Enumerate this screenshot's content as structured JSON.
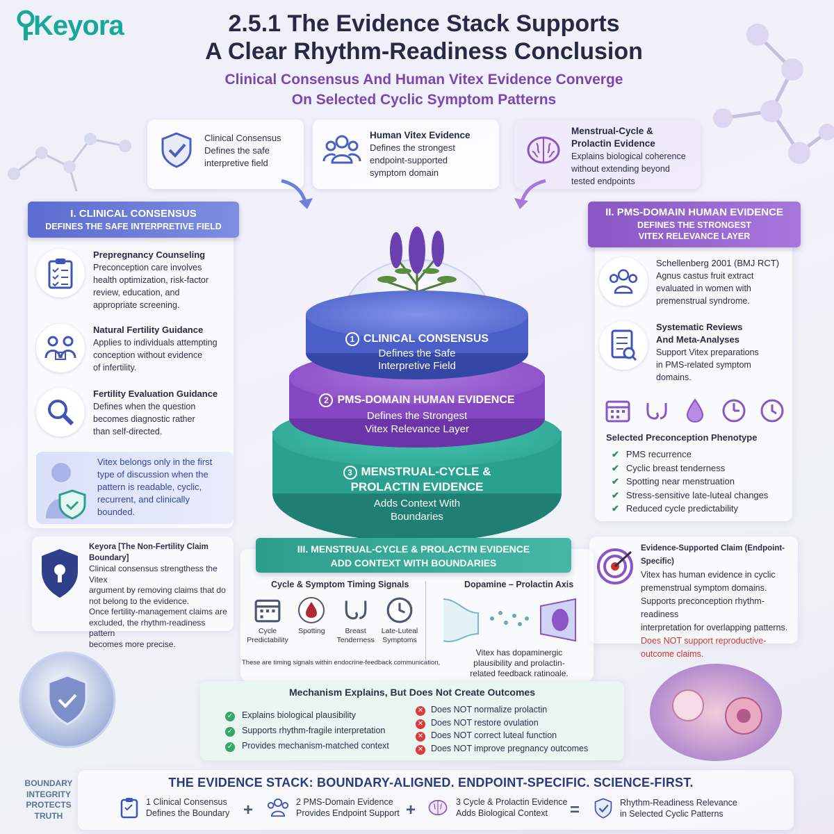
{
  "brand": {
    "logo": "Keyora"
  },
  "title": {
    "line1": "2.5.1 The Evidence Stack Supports",
    "line2": "A Clear Rhythm-Readiness Conclusion"
  },
  "subtitle": {
    "line1": "Clinical Consensus And Human Vitex Evidence Converge",
    "line2": "On Selected Cyclic Symptom Patterns"
  },
  "top_cards": [
    {
      "title": "Clinical Consensus",
      "desc1": "Defines the safe",
      "desc2": "interpretive field",
      "icon": "shield-check-icon"
    },
    {
      "title": "Human Vitex Evidence",
      "desc1": "Defines the strongest",
      "desc2": "endpoint-supported",
      "desc3": "symptom domain",
      "icon": "people-group-icon"
    },
    {
      "title": "Menstrual-Cycle &",
      "title2": "Prolactin Evidence",
      "desc1": "Explains biological coherence",
      "desc2": "without extending beyond",
      "desc3": "tested endpoints",
      "icon": "brain-icon"
    }
  ],
  "left_panel": {
    "header1": "I. CLINICAL CONSENSUS",
    "header2": "DEFINES THE SAFE INTERPRETIVE FIELD",
    "items": [
      {
        "title": "Prepregnancy Counseling",
        "desc": [
          "Preconception care involves",
          "health optimization, risk-factor",
          "review, education, and",
          "appropriate screening."
        ],
        "icon": "clipboard-checklist-icon"
      },
      {
        "title": "Natural Fertility Guidance",
        "desc": [
          "Applies to individuals attempting",
          "conception without evidence",
          "of infertility."
        ],
        "icon": "counseling-icon"
      },
      {
        "title": "Fertility Evaluation Guidance",
        "desc": [
          "Defines when the question",
          "becomes diagnostic rather",
          "than self-directed."
        ],
        "icon": "magnifier-icon"
      }
    ],
    "note": [
      "Vitex belongs only in the first",
      "type of discussion when the",
      "pattern is readable, cyclic,",
      "recurrent, and clinically",
      "bounded."
    ]
  },
  "boundary_box": {
    "title": "Keyora [The Non-Fertility Claim Boundary]",
    "desc": [
      "Clinical consensus strengthess the Vitex",
      "argument by removing claims that do",
      "not belong to the evidence.",
      "Once fertility-management claims are",
      "excluded, the rhythm-readiness pattern",
      "becomes more precise."
    ]
  },
  "stack": {
    "tier1": {
      "num": "1",
      "label": "CLINICAL CONSENSUS",
      "desc1": "Defines the Safe",
      "desc2": "Interpretive Field"
    },
    "tier2": {
      "num": "2",
      "label": "PMS-DOMAIN HUMAN EVIDENCE",
      "desc1": "Defines the Strongest",
      "desc2": "Vitex Relevance Layer"
    },
    "tier3": {
      "num": "3",
      "label1": "MENSTRUAL-CYCLE &",
      "label2": "PROLACTIN EVIDENCE",
      "desc1": "Adds Context With",
      "desc2": "Boundaries"
    }
  },
  "right_panel": {
    "header1": "II. PMS-DOMAIN HUMAN EVIDENCE",
    "header2": "DEFINES THE STRONGEST",
    "header3": "VITEX RELEVANCE LAYER",
    "items": [
      {
        "title": "Schellenberg 2001 (BMJ RCT)",
        "desc": [
          "Agnus castus fruit extract",
          "evaluated in women with",
          "premenstrual syndrome."
        ],
        "icon": "people-group-icon"
      },
      {
        "title": "Systematic Reviews",
        "title2": "And Meta-Analyses",
        "desc": [
          "Support Vitex preparations",
          "in PMS-related symptom",
          "domains."
        ],
        "icon": "document-search-icon"
      }
    ],
    "phenotype_title": "Selected Preconception Phenotype",
    "phenotype": [
      "PMS recurrence",
      "Cyclic breast tenderness",
      "Spotting near menstruation",
      "Stress-sensitive late-luteal changes",
      "Reduced cycle predictability"
    ]
  },
  "claim_box": {
    "title": "Evidence-Supported Claim (Endpoint-Specific)",
    "desc": [
      "Vitex has human evidence in cyclic",
      "premenstrual symptom domains.",
      "Supports preconception rhythm-readiness",
      "interpretation for overlapping patterns."
    ],
    "warn": [
      "Does NOT support reproductive-",
      "outcome claims."
    ],
    "warn_color": "#d0312d"
  },
  "center_panel": {
    "header1": "III. MENSTRUAL-CYCLE & PROLACTIN EVIDENCE",
    "header2": "ADD CONTEXT WITH BOUNDARIES",
    "left_title": "Cycle & Symptom Timing Signals",
    "signals": [
      {
        "l1": "Cycle",
        "l2": "Predictability",
        "icon": "calendar-icon"
      },
      {
        "l1": "Spotting",
        "l2": "",
        "icon": "drop-icon"
      },
      {
        "l1": "Breast",
        "l2": "Tenderness",
        "icon": "breast-icon"
      },
      {
        "l1": "Late-Luteal",
        "l2": "Symptoms",
        "icon": "clock-icon"
      }
    ],
    "signals_note": "These are timing signals within endocrine-feedback communication,",
    "right_title": "Dopamine – Prolactin Axis",
    "axis_note": [
      "Vitex has dopaminergic",
      "plausibility and prolactin-",
      "related feedback ratinoale."
    ]
  },
  "mechanism": {
    "title": "Mechanism Explains, But Does Not Create Outcomes",
    "yes": [
      "Explains biological plausibility",
      "Supports rhythm-fragile interpretation",
      "Provides mechanism-matched context"
    ],
    "no": [
      "Does NOT normalize prolactin",
      "Does NOT restore ovulation",
      "Does NOT correct luteal function",
      "Does NOT improve pregnancy outcomes"
    ]
  },
  "boundary_badge": [
    "BOUNDARY",
    "INTEGRITY",
    "PROTECTS",
    "TRUTH"
  ],
  "bottom": {
    "title": "THE EVIDENCE STACK: BOUNDARY-ALIGNED. ENDPOINT-SPECIFIC. SCIENCE-FIRST.",
    "items": [
      {
        "l1": "1 Clinical Consensus",
        "l2": "Defines the Boundary",
        "icon": "clipboard-icon"
      },
      {
        "l1": "2 PMS-Domain Evidence",
        "l2": "Provides Endpoint Support",
        "icon": "people-group-icon"
      },
      {
        "l1": "3 Cycle & Prolactin Evidence",
        "l2": "Adds Biological Context",
        "icon": "brain-icon"
      },
      {
        "l1": "Rhythm-Readiness Relevance",
        "l2": "in Selected Cyclic Patterns",
        "icon": "shield-check-icon"
      }
    ],
    "plus": "+",
    "equals": "="
  },
  "colors": {
    "teal": "#19a79a",
    "blue": "#4a5fc1",
    "purple": "#8a55c4",
    "green": "#2e9e8c",
    "red": "#d0312d"
  }
}
